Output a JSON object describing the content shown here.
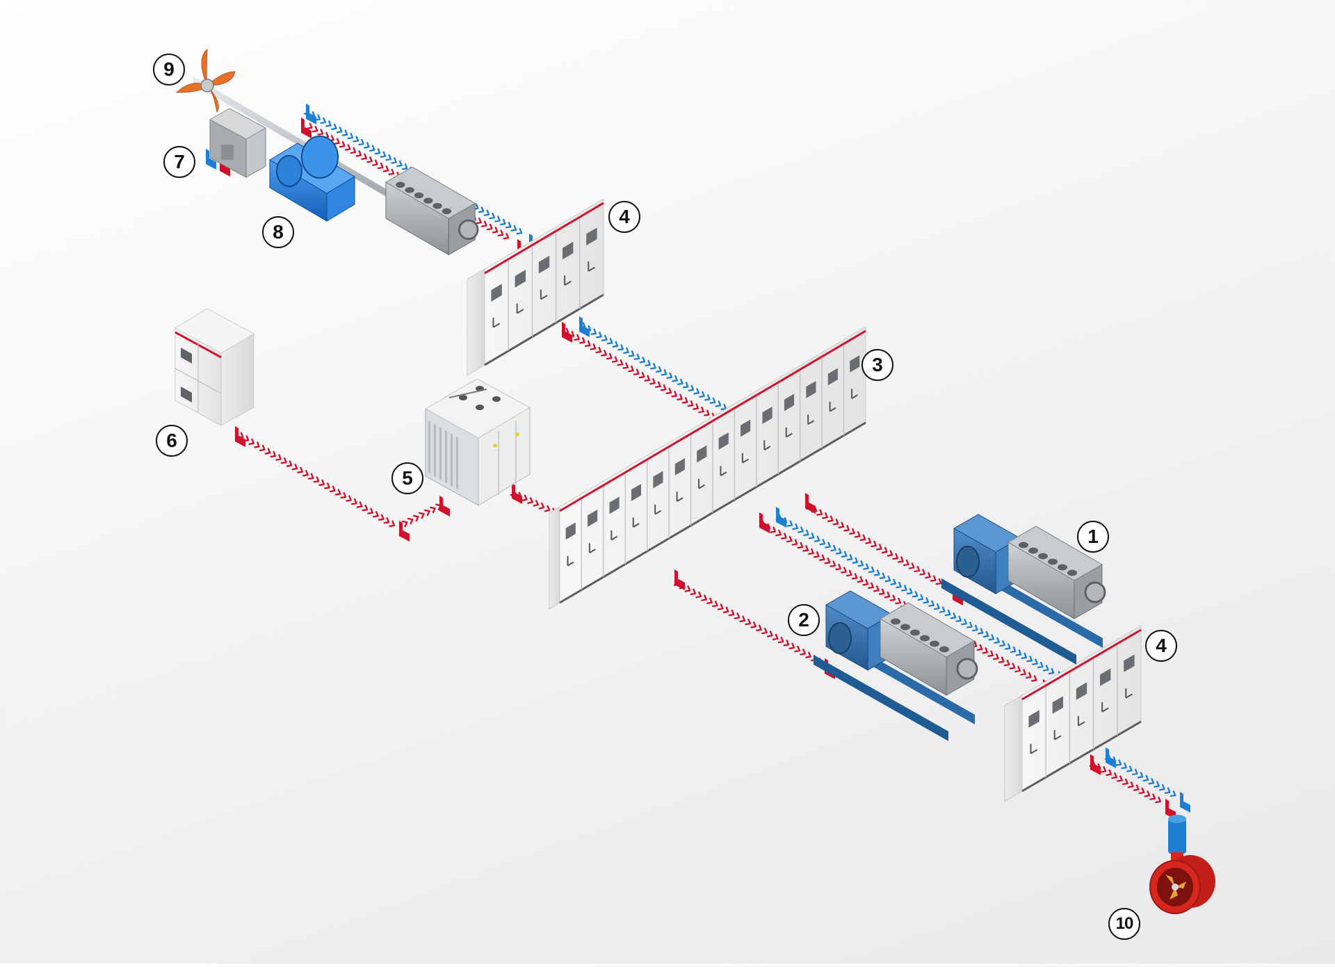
{
  "diagram": {
    "components": [
      {
        "id": "generator-set-1",
        "label": "1"
      },
      {
        "id": "generator-set-2",
        "label": "2"
      },
      {
        "id": "main-switchboard",
        "label": "3"
      },
      {
        "id": "converter-cabinet-upper",
        "label": "4"
      },
      {
        "id": "converter-cabinet-lower",
        "label": "4"
      },
      {
        "id": "transformer",
        "label": "5"
      },
      {
        "id": "distribution-cabinet",
        "label": "6"
      },
      {
        "id": "shaft-motor",
        "label": "7"
      },
      {
        "id": "gearbox",
        "label": "8"
      },
      {
        "id": "propeller",
        "label": "9"
      },
      {
        "id": "tunnel-thruster",
        "label": "10"
      }
    ],
    "colors": {
      "power_line": "#d0112b",
      "control_line": "#1c7fd1",
      "cabinet_stripe": "#d0112b",
      "generator_blue": "#2f6fb0",
      "gearbox_blue": "#1f78d8",
      "propeller_orange": "#e8712a",
      "thruster_red": "#d8271f"
    }
  }
}
